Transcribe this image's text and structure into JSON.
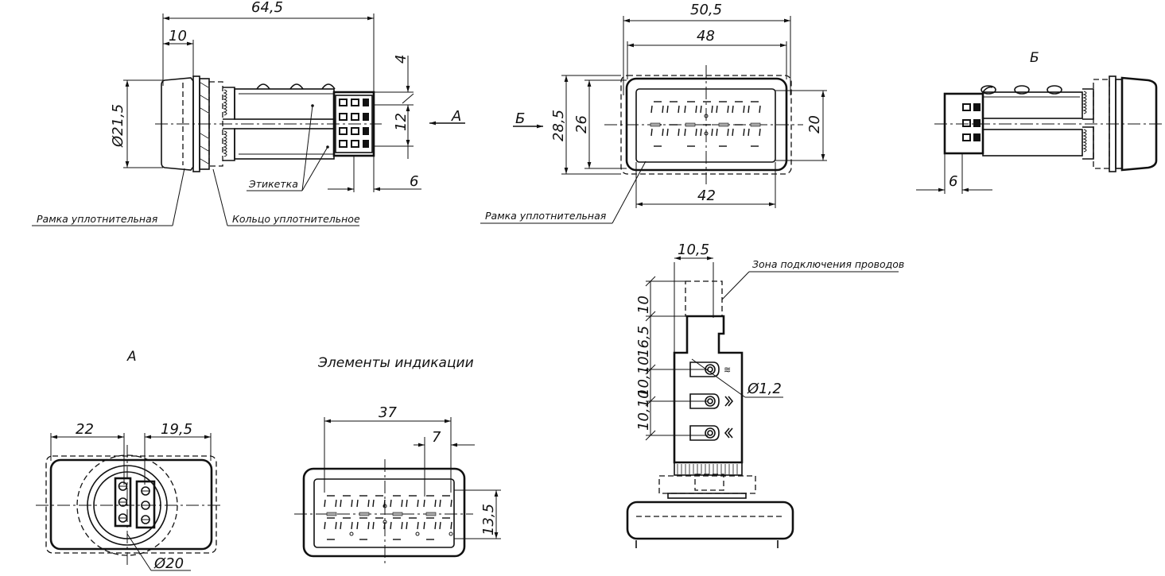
{
  "dimensions": {
    "total_length": "64,5",
    "frame_width": "10",
    "diameter_body": "Ø21,5",
    "top_offset": "4",
    "terminal_pitch": "12",
    "bottom_offset": "6",
    "front_outer_width": "50,5",
    "front_inner_width": "48",
    "front_outer_height": "28,5",
    "front_inner_height": "26",
    "window_height": "20",
    "window_width": "42",
    "side_offset": "6",
    "view_a_left": "22",
    "view_a_right": "19,5",
    "view_a_diameter": "Ø20",
    "indication_width": "37",
    "indication_pitch": "7",
    "indication_height": "13,5",
    "wire_zone_width": "10,5",
    "wire_zone_depth": "10",
    "terminal_height": "16,5",
    "terminal_spacing": "10,10",
    "terminal_spacing_2": "10,10",
    "hole_diameter": "Ø1,2"
  },
  "labels": {
    "sealing_frame_left": "Рамка уплотнительная",
    "sealing_ring": "Кольцо уплотнительное",
    "label_tag": "Этикетка",
    "sealing_frame_front": "Рамка уплотнительная",
    "wire_zone": "Зона подключения проводов",
    "arrow_a": "А",
    "arrow_b": "Б"
  },
  "views": {
    "view_b_title": "Б",
    "view_a_title": "А",
    "indication_title": "Элементы индикации"
  }
}
